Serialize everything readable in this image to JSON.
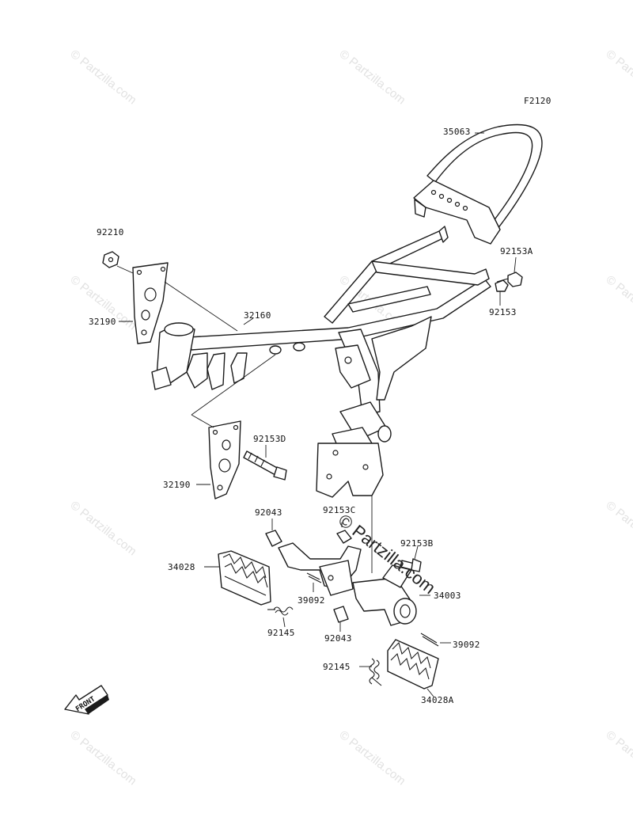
{
  "figure_code": "F2120",
  "watermark_text": "© Partzilla.com",
  "overlay_watermark": "© Partzilla.com",
  "front_label": "FRONT",
  "parts": {
    "p35063": "35063",
    "p92210": "92210",
    "p92153A": "92153A",
    "p92153": "92153",
    "p32160": "32160",
    "p32190_top": "32190",
    "p92153D": "92153D",
    "p32190_bottom": "32190",
    "p92043_top": "92043",
    "p92153C": "92153C",
    "p92153B": "92153B",
    "p34028": "34028",
    "p34003": "34003",
    "p39092_left": "39092",
    "p92145_left": "92145",
    "p92043_bottom": "92043",
    "p39092_right": "39092",
    "p92145_right": "92145",
    "p34028A": "34028A"
  }
}
